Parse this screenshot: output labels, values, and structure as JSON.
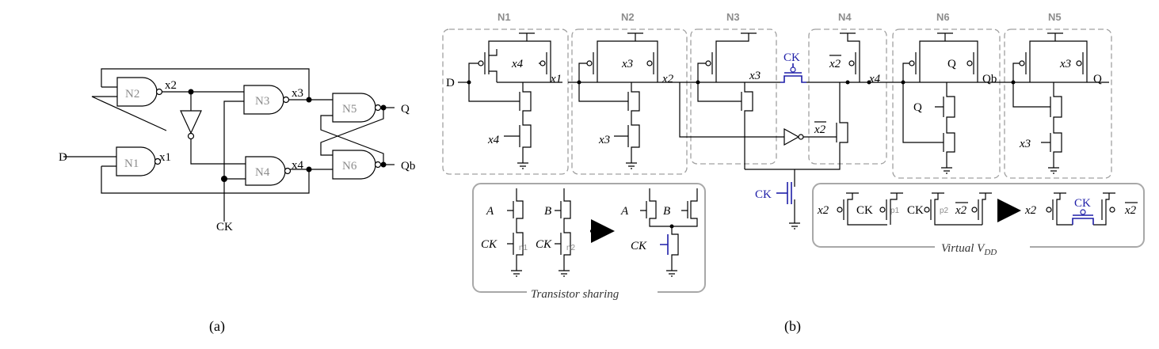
{
  "panel_a": {
    "label": "(a)",
    "gates": [
      "N1",
      "N2",
      "N3",
      "N4",
      "N5",
      "N6"
    ],
    "signals": {
      "x1": "x1",
      "x2": "x2",
      "x3": "x3",
      "x4": "x4",
      "D": "D",
      "CK": "CK",
      "Q": "Q",
      "Qb": "Qb"
    }
  },
  "panel_b": {
    "label": "(b)",
    "groups": [
      "N1",
      "N2",
      "N3",
      "N4",
      "N6",
      "N5"
    ],
    "n1": {
      "in": "D",
      "gate_p": "x4",
      "gate_n": "x4",
      "out": "x1"
    },
    "n2": {
      "gate_p": "x3",
      "gate_n": "x3",
      "out": "x2"
    },
    "n3": {
      "out": "x3"
    },
    "n4": {
      "ck": "CK",
      "gate_p": "x2",
      "gate_n": "x2",
      "out": "x4"
    },
    "n6": {
      "gate_p": "Q",
      "gate_n": "Q",
      "out": "Qb"
    },
    "n5": {
      "gate_p": "x3",
      "gate_n": "x3",
      "out": "Q"
    },
    "ck_bottom": "CK",
    "sharing": {
      "caption": "Transistor sharing",
      "left": {
        "a": "A",
        "b": "B",
        "ck1": "CK",
        "ck2": "CK",
        "n1": "n1",
        "n2": "n2"
      },
      "right": {
        "a": "A",
        "b": "B",
        "ck": "CK"
      }
    },
    "vdd": {
      "caption_main": "Virtual V",
      "caption_sub": "DD",
      "left": {
        "x2a": "x2",
        "ck1": "CK",
        "p1": "p1",
        "ck2": "CK",
        "p2": "p2",
        "x2b": "x2"
      },
      "right": {
        "x2a": "x2",
        "ck": "CK",
        "x2b": "x2"
      }
    }
  },
  "colors": {
    "accent": "#1f1fa8",
    "box": "#a0a0a0",
    "gate_label": "#8c8c8c"
  }
}
